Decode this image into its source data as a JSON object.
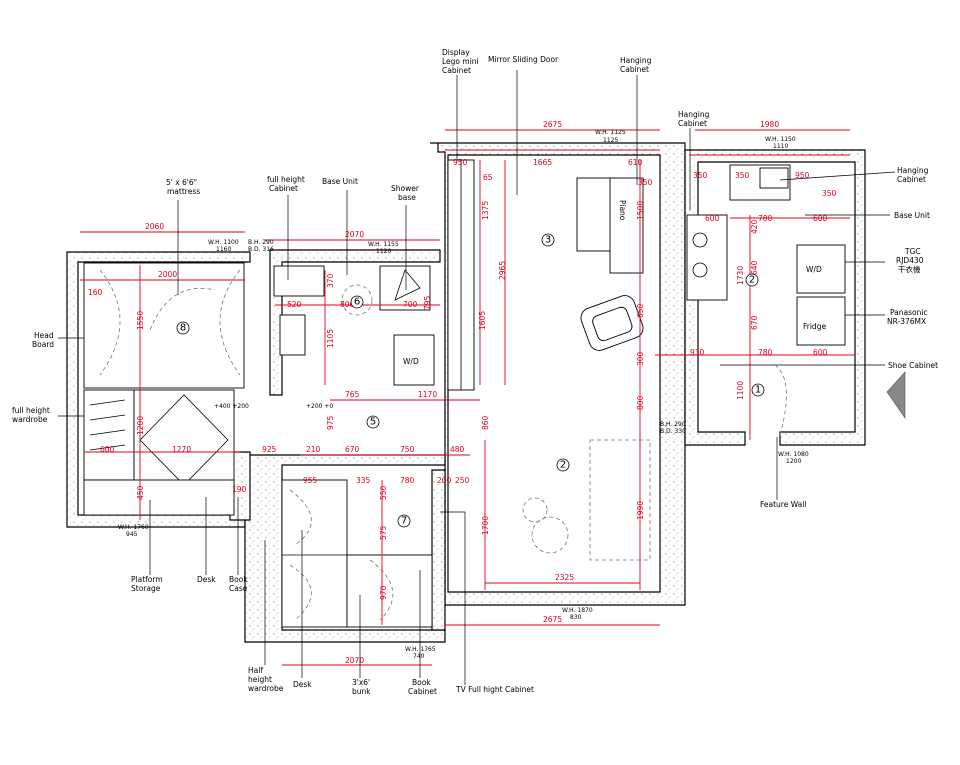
{
  "colors": {
    "dimension": "#e0001b",
    "line": "#000000",
    "background": "#ffffff"
  },
  "labels": {
    "display_lego_1": "Display",
    "display_lego_2": "Lego mini",
    "display_lego_3": "Cabinet",
    "mirror_sliding_door": "Mirror Sliding Door",
    "hanging_cabinet_top_1": "Hanging",
    "hanging_cabinet_top_2": "Cabinet",
    "hanging_cabinet_mid_1": "Hanging",
    "hanging_cabinet_mid_2": "Cabinet",
    "hanging_cabinet_right_1": "Hanging",
    "hanging_cabinet_right_2": "Cabinet",
    "base_unit_right": "Base Unit",
    "tgc_1": "TGC",
    "tgc_2": "RJD430",
    "tgc_3": "干衣機",
    "panasonic_1": "Panasonic",
    "panasonic_2": "NR-376MX",
    "shoe_cabinet": "Shoe Cabinet",
    "feature_wall": "Feature Wall",
    "mattress_1": "5' x 6'6\"",
    "mattress_2": "mattress",
    "full_height_cabinet_1": "full height",
    "full_height_cabinet_2": "Cabinet",
    "base_unit_bath": "Base Unit",
    "shower_base_1": "Shower",
    "shower_base_2": "base",
    "head_board_1": "Head",
    "head_board_2": "Board",
    "full_height_wardrobe_1": "full height",
    "full_height_wardrobe_2": "wardrobe",
    "platform_storage_1": "Platform",
    "platform_storage_2": "Storage",
    "desk_master": "Desk",
    "book_case_1": "Book",
    "book_case_2": "Case",
    "half_height_wardrobe_1": "Half",
    "half_height_wardrobe_2": "height",
    "half_height_wardrobe_3": "wardrobe",
    "desk_child": "Desk",
    "bunk_1": "3'x6'",
    "bunk_2": "bunk",
    "book_cabinet_1": "Book",
    "book_cabinet_2": "Cabinet",
    "tv_cabinet": "TV Full hight Cabinet",
    "piano": "Piano",
    "wd_bath": "W/D",
    "wd_kitchen": "W/D",
    "fridge": "Fridge"
  },
  "rooms": [
    "1",
    "2",
    "2",
    "3",
    "5",
    "6",
    "7",
    "8"
  ],
  "windows": {
    "w1a": "W.H. 1125",
    "w1b": "1125",
    "w2a": "W.H. 1150",
    "w2b": "1110",
    "w3a": "W.H. 1100",
    "w3b": "1160",
    "w4a": "B.H. 290",
    "w4b": "B.D. 316",
    "w5a": "W.H. 1155",
    "w5b": "1120",
    "w6a": "B.H. 290",
    "w6b": "B.D. 330",
    "w7a": "W.H. 1080",
    "w7b": "1200",
    "w8a": "W.H. 1760",
    "w8b": "945",
    "w9a": "W.H. 1870",
    "w9b": "830",
    "w10a": "W.H. 1765",
    "w10b": "740"
  },
  "dims": {
    "d2675_top": "2675",
    "d1980": "1980",
    "d950": "950",
    "d1665": "1665",
    "d610": "610",
    "d350_a": "350",
    "d350_b": "350",
    "d950_k": "950",
    "d350_c": "350",
    "d350_d": "350",
    "d600_k1": "600",
    "d780_k": "780",
    "d600_k2": "600",
    "d420": "420",
    "d1730": "1730",
    "d640": "640",
    "d670_k": "670",
    "d930": "930",
    "d780_k2": "780",
    "d600_k3": "600",
    "d65": "65",
    "d1375": "1375",
    "d2965": "2965",
    "d1500": "1500",
    "d650": "650",
    "d1605": "1605",
    "d300": "300",
    "d800": "800",
    "d1100": "1100",
    "d860": "860",
    "d1990": "1990",
    "d1700": "1700",
    "d2325": "2325",
    "d2675_bot": "2675",
    "d2060": "2060",
    "d2000": "2000",
    "d160": "160",
    "d1550": "1550",
    "d1200": "1200",
    "d450": "450",
    "d600_m": "600",
    "d1270": "1270",
    "d925": "925",
    "d190": "190",
    "d2070_top": "2070",
    "d370": "370",
    "d520": "520",
    "d800_b": "800",
    "d700": "700",
    "d795": "795",
    "d1105": "1105",
    "d765": "765",
    "d1170": "1170",
    "d975": "975",
    "d210": "210",
    "d670": "670",
    "d750": "750",
    "d480": "480",
    "d955": "955",
    "d335": "335",
    "d780": "780",
    "d250": "250",
    "d200": "200",
    "d550": "550",
    "d575": "575",
    "d970": "970",
    "d2070_bot": "2070",
    "d400_200": "+400 +200",
    "d200_0": "+200 +0"
  }
}
